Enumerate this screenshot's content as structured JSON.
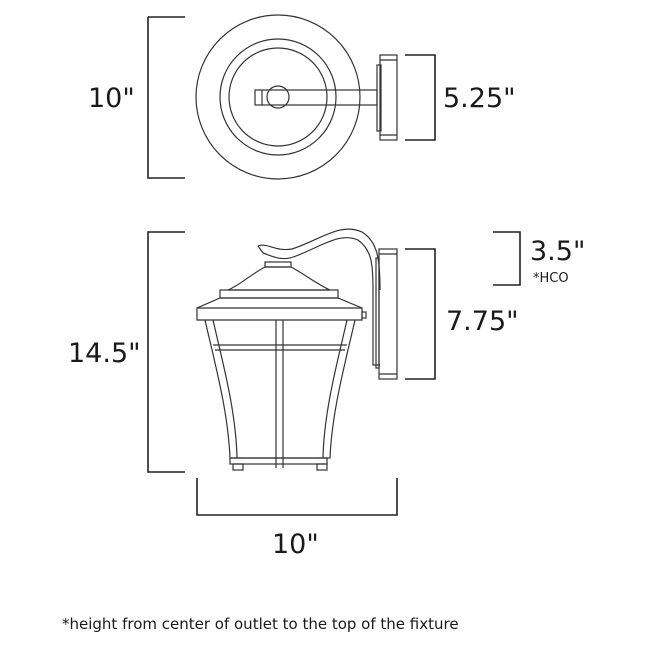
{
  "dimensions": {
    "top_view_diameter": "10\"",
    "backplate_width": "5.25\"",
    "overall_height": "14.5\"",
    "hco": "3.5\"",
    "hco_label": "*HCO",
    "backplate_height": "7.75\"",
    "overall_width": "10\""
  },
  "footnote": "*height from center of outlet to the top of the fixture"
}
